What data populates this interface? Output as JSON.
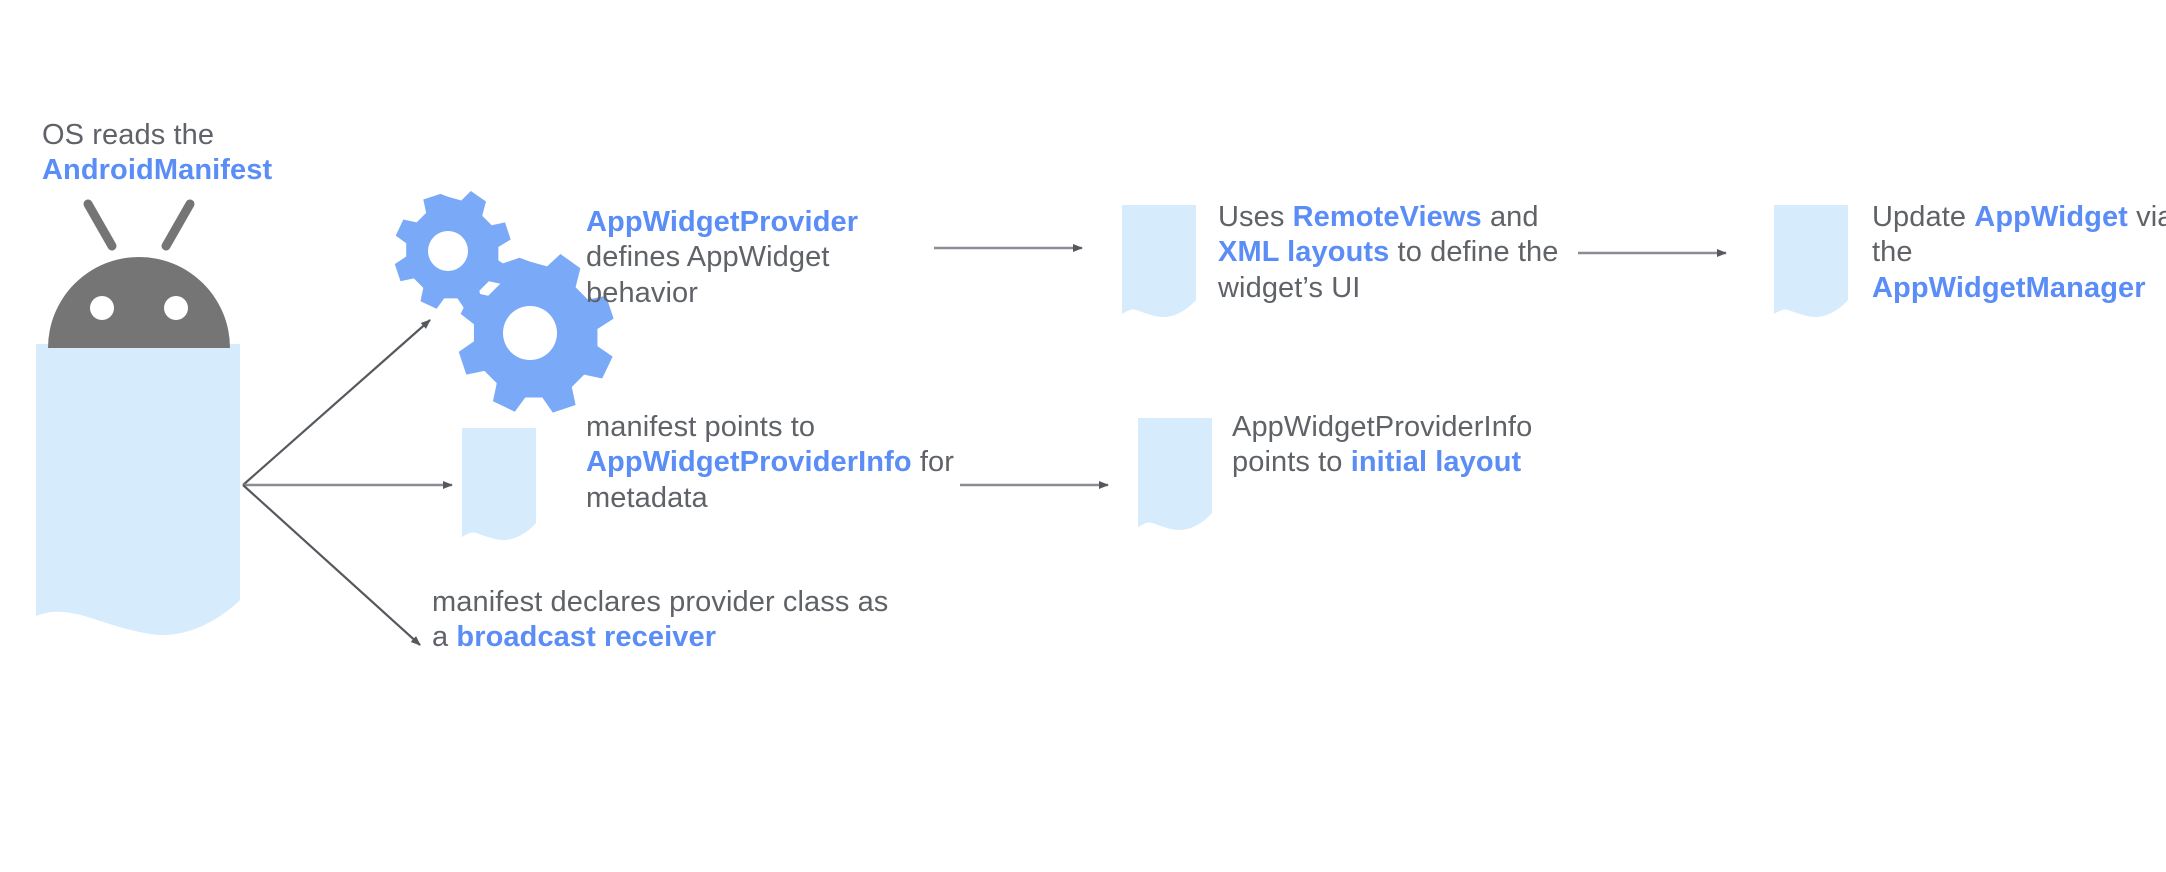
{
  "diagram": {
    "title_caption": {
      "line1": "OS reads the",
      "line2": "AndroidManifest"
    },
    "colors": {
      "accent_blue": "#5b8df6",
      "card_fill": "#d6ebfb",
      "gear_blue": "#7aa9f7",
      "robot_gray": "#757575",
      "text_gray": "#5f6368",
      "arrow_gray": "#5f6368",
      "background": "#ffffff"
    },
    "nodes": [
      {
        "id": "android-manifest",
        "name": "android-manifest-document",
        "icon": "android-robot-icon",
        "shape": "document-card",
        "caption_plain": "OS reads the",
        "caption_highlight": "AndroidManifest"
      },
      {
        "id": "app-widget-provider",
        "name": "app-widget-provider-node",
        "icon": "gears-icon",
        "label_parts": [
          {
            "text": "AppWidgetProvider",
            "style": "highlight"
          },
          {
            "text": "\ndefines AppWidget\nbehavior",
            "style": "plain"
          }
        ]
      },
      {
        "id": "remote-views",
        "name": "remote-views-node",
        "icon": "document-card-icon",
        "label_parts": [
          {
            "text": "Uses ",
            "style": "plain"
          },
          {
            "text": "RemoteViews",
            "style": "highlight"
          },
          {
            "text": " and\n",
            "style": "plain"
          },
          {
            "text": "XML layouts",
            "style": "highlight"
          },
          {
            "text": " to define the\nwidget’s UI",
            "style": "plain"
          }
        ]
      },
      {
        "id": "update-appwidget",
        "name": "update-appwidget-node",
        "icon": "document-card-icon",
        "label_parts": [
          {
            "text": "Update ",
            "style": "plain"
          },
          {
            "text": "AppWidget",
            "style": "highlight"
          },
          {
            "text": " via\nthe\n",
            "style": "plain"
          },
          {
            "text": "AppWidgetManager",
            "style": "highlight"
          }
        ]
      },
      {
        "id": "provider-info",
        "name": "app-widget-provider-info-node",
        "icon": "document-card-icon",
        "label_parts": [
          {
            "text": "manifest points to\n",
            "style": "plain"
          },
          {
            "text": "AppWidgetProviderInfo",
            "style": "highlight"
          },
          {
            "text": " for\nmetadata",
            "style": "plain"
          }
        ]
      },
      {
        "id": "initial-layout",
        "name": "initial-layout-node",
        "icon": "document-card-icon",
        "label_parts": [
          {
            "text": "AppWidgetProviderInfo\npoints to ",
            "style": "plain"
          },
          {
            "text": "initial layout",
            "style": "highlight"
          }
        ]
      },
      {
        "id": "broadcast-receiver",
        "name": "broadcast-receiver-node",
        "icon": null,
        "label_parts": [
          {
            "text": "manifest declares provider class as\na ",
            "style": "plain"
          },
          {
            "text": "broadcast receiver",
            "style": "highlight"
          }
        ]
      }
    ],
    "edges": [
      {
        "from": "android-manifest",
        "to": "app-widget-provider",
        "style": "arrow-diagonal-up"
      },
      {
        "from": "android-manifest",
        "to": "provider-info",
        "style": "arrow-horizontal"
      },
      {
        "from": "android-manifest",
        "to": "broadcast-receiver",
        "style": "arrow-diagonal-down"
      },
      {
        "from": "app-widget-provider",
        "to": "remote-views",
        "style": "arrow-horizontal"
      },
      {
        "from": "remote-views",
        "to": "update-appwidget",
        "style": "arrow-horizontal"
      },
      {
        "from": "provider-info",
        "to": "initial-layout",
        "style": "arrow-horizontal"
      }
    ],
    "labels": {
      "caption_line1": "OS reads the",
      "caption_line2": "AndroidManifest",
      "provider_strong": "AppWidgetProvider",
      "provider_rest": "defines AppWidget behavior",
      "remoteviews_pre": "Uses ",
      "remoteviews_strong": "RemoteViews",
      "remoteviews_mid": " and",
      "xml_strong": "XML layouts",
      "xml_rest": " to define the",
      "widget_ui": "widget’s UI",
      "update_pre": "Update ",
      "update_strong": "AppWidget",
      "update_mid": " via",
      "update_the": "the",
      "manager_strong": "AppWidgetManager",
      "manifest_points_to": "manifest points to",
      "providerinfo_strong": "AppWidgetProviderInfo",
      "providerinfo_for": " for",
      "metadata": "metadata",
      "providerinfo_plain": "AppWidgetProviderInfo",
      "points_to": "points to ",
      "initial_layout_strong": "initial layout",
      "broadcast_line1": "manifest declares provider class as",
      "broadcast_a": "a ",
      "broadcast_strong": "broadcast receiver"
    }
  }
}
